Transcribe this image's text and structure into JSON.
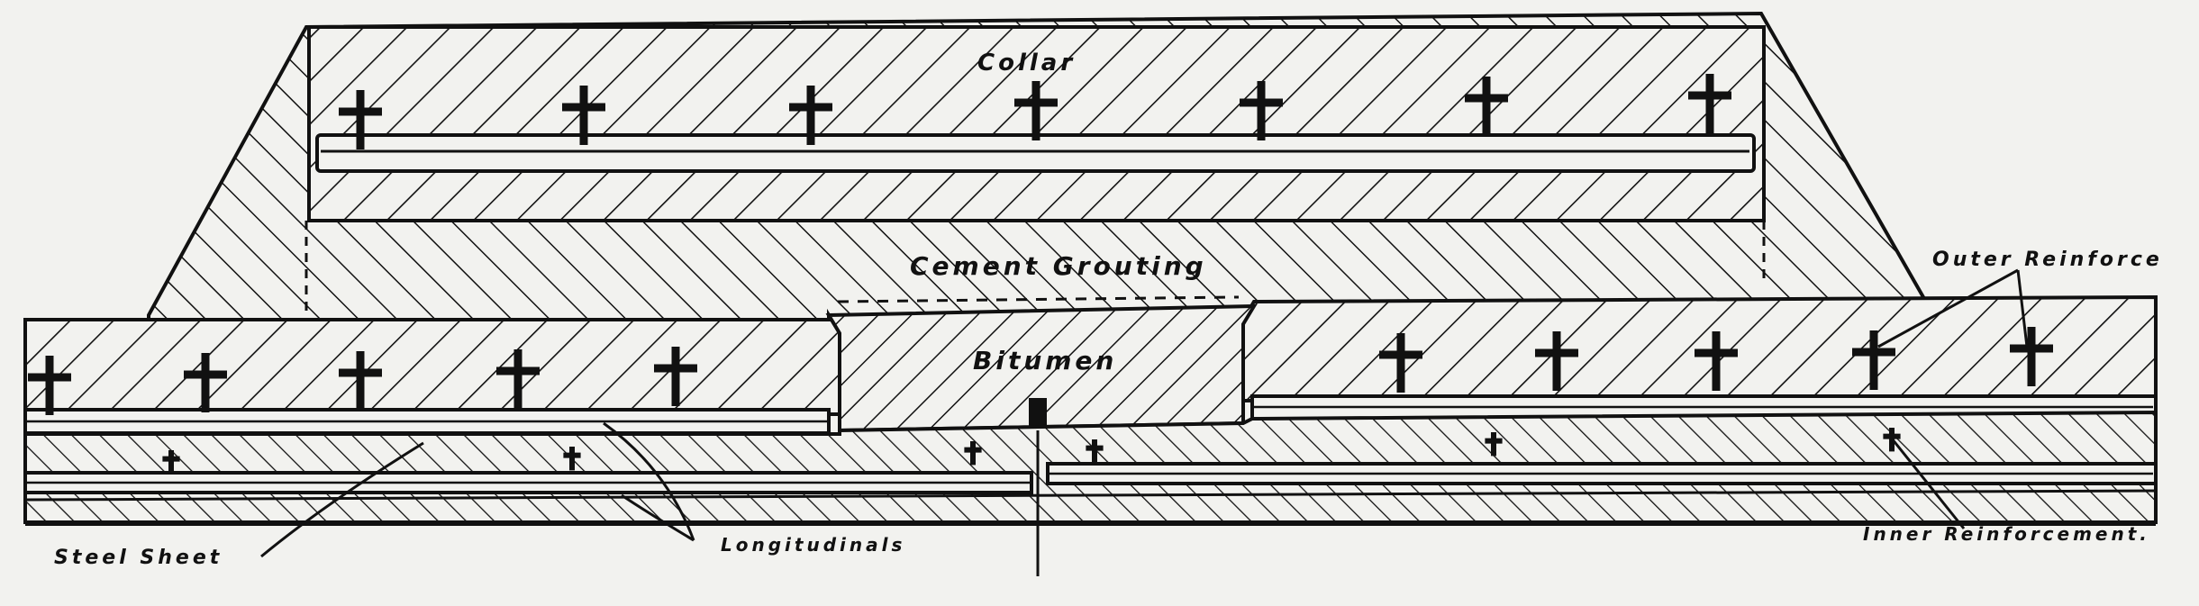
{
  "labels": {
    "collar": "Collar",
    "cement_grouting": "Cement Grouting",
    "bitumen": "Bitumen",
    "outer_reinforce": "Outer Reinforce",
    "inner_reinforcement": "Inner Reinforcement.",
    "steel_sheet": "Steel Sheet",
    "longitudinals": "Longitudinals"
  },
  "colors": {
    "ink": "#111111",
    "paper": "#f2f2ef"
  }
}
